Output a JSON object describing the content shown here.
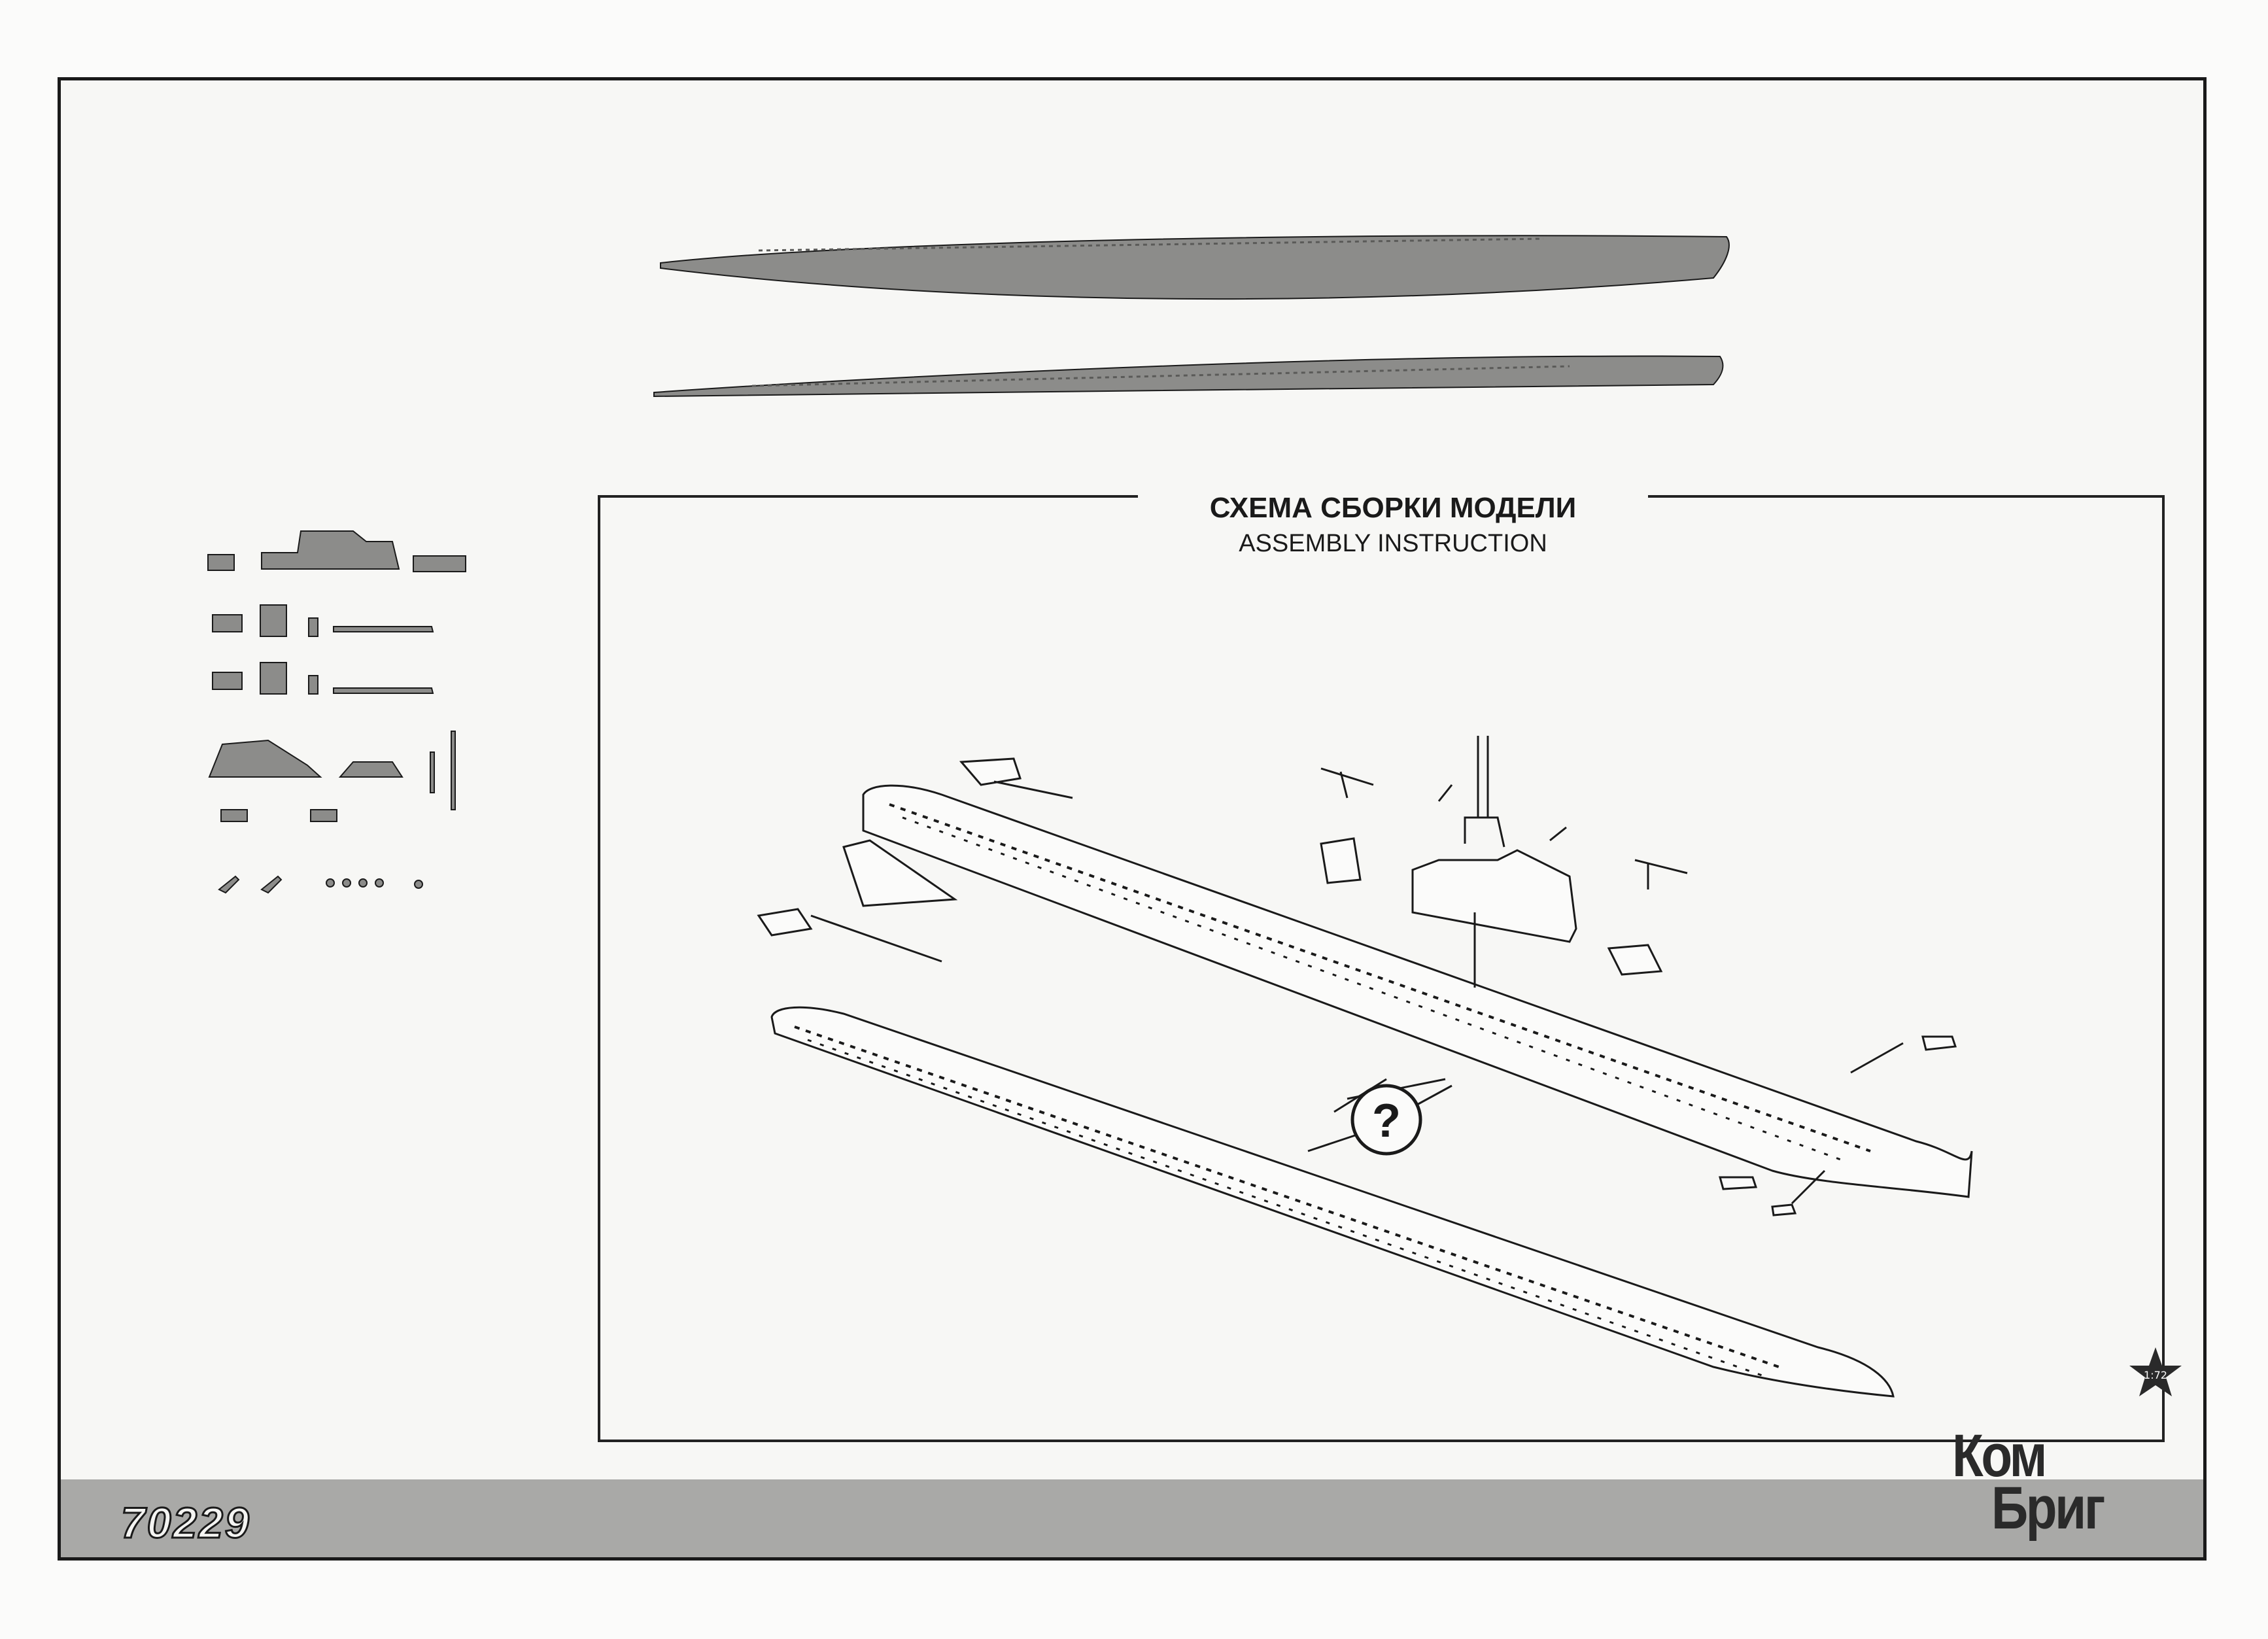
{
  "document": {
    "title_ru": "СХЕМА СБОРКИ МОДЕЛИ",
    "title_en": "ASSEMBLY INSTRUCTION",
    "kit_number": "70229",
    "callout_symbol": "?",
    "brand": {
      "line1": "Ком",
      "line2": "Бриг",
      "logo_badge": "1:72"
    }
  },
  "colors": {
    "hull_fill": "#8c8c8a",
    "line_art": "#1a1a1a",
    "footer_band": "#a9a9a7"
  }
}
